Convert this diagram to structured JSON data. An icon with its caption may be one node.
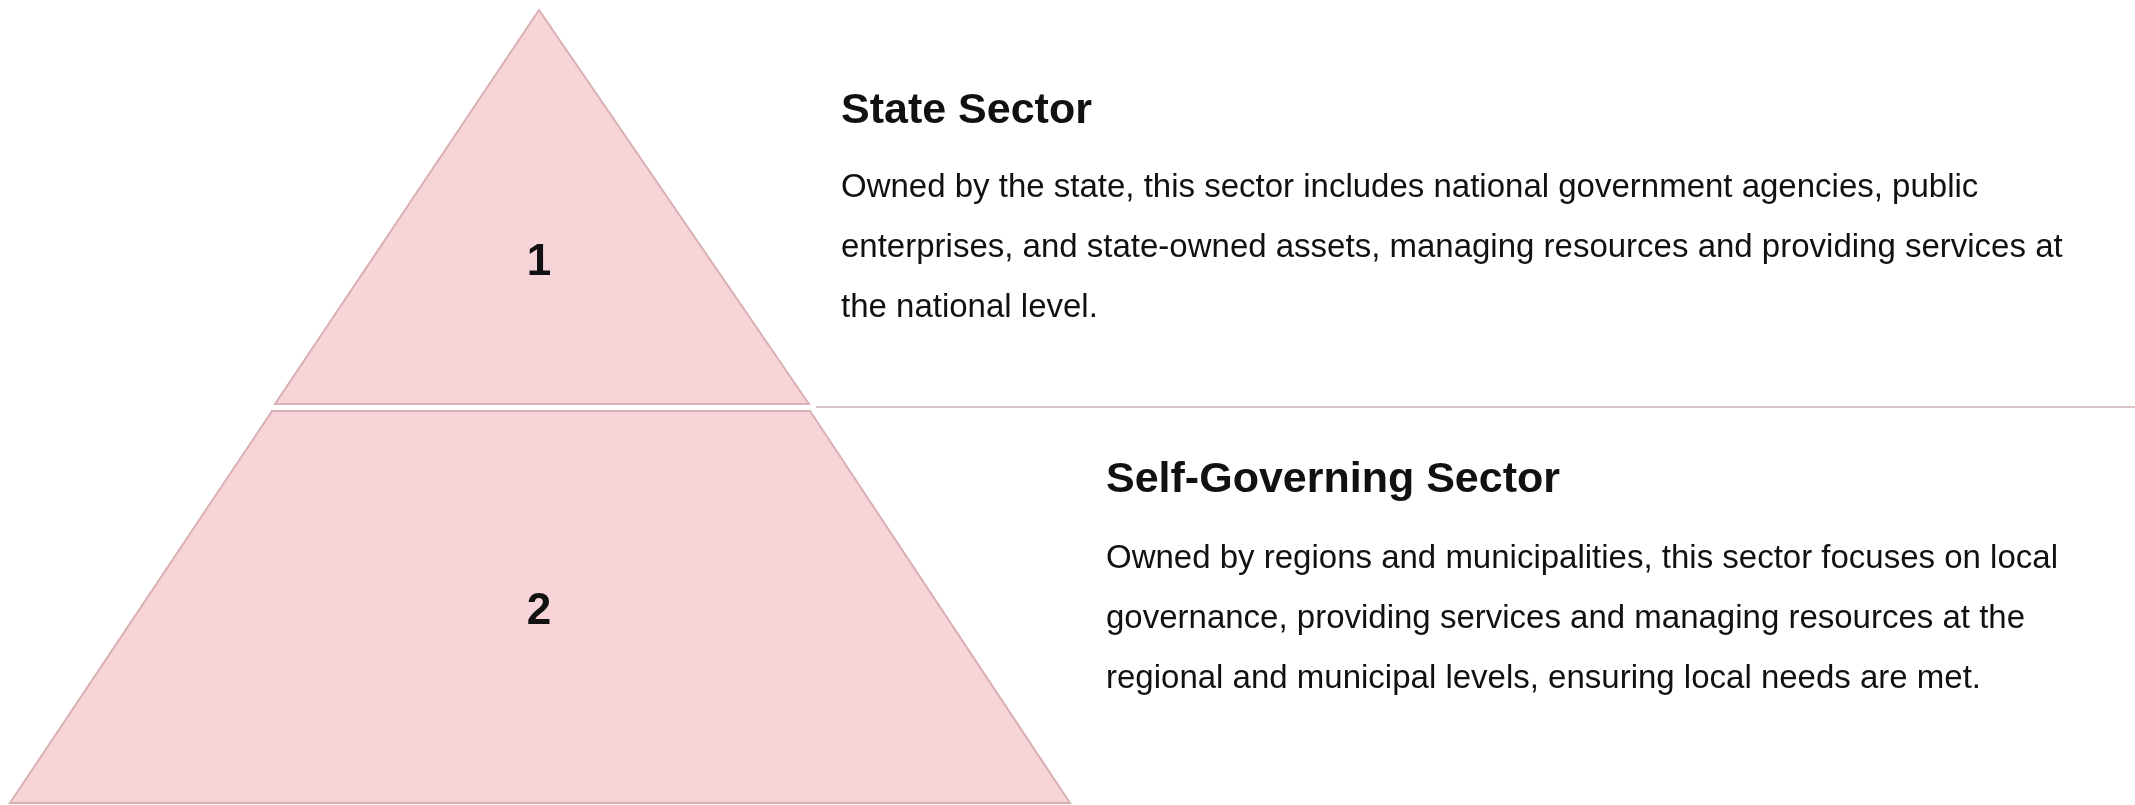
{
  "diagram": {
    "nodes": [
      {
        "text": [
          "1"
        ],
        "beside": [
          "State Sector",
          "Owned by the state, this sector includes national government agencies, public enterprises, and state-owned assets, managing resources and providing services at the national level."
        ]
      },
      {
        "text": [
          "2"
        ],
        "beside": [
          "Self-Governing Sector",
          "Owned by regions and municipalities, this sector focuses on local governance, providing services and managing resources at the regional and municipal levels, ensuring local needs are met."
        ]
      }
    ]
  }
}
